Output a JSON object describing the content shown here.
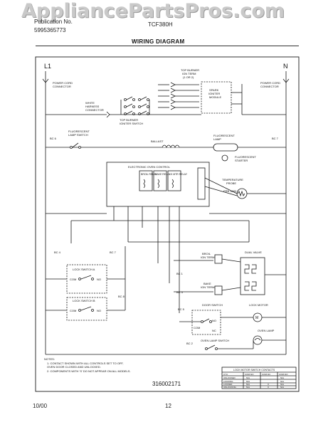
{
  "watermark": "AppliancePartsPros.com",
  "header": {
    "left_line1": "Publication No.",
    "left_line2": "5995365773",
    "model": "TCF380H",
    "title": "WIRING DIAGRAM"
  },
  "lines": {
    "l1": "L1",
    "n": "N"
  },
  "labels": {
    "power_cord_left": [
      "POWER CORD",
      "CONNECTOR"
    ],
    "power_cord_right": [
      "POWER CORD",
      "CONNECTOR"
    ],
    "harness": [
      "WHITE",
      "HARNESS",
      "CONNECTOR"
    ],
    "top_burner_switch": [
      "TOP BURNER",
      "IGNITER SWITCH"
    ],
    "top_burner_ign": [
      "TOP BURNER",
      "IGN TERM",
      "(1 OR 2)"
    ],
    "spark_module": [
      "SPARK",
      "IGNITER",
      "MODULE"
    ],
    "fluor_lamp_switch": [
      "FLUORESCENT",
      "LAMP SWITCH"
    ],
    "ballast": "BALLAST",
    "fluor_lamp": [
      "FLUORESCENT",
      "LAMP"
    ],
    "fluor_starter": [
      "FLUORESCENT",
      "STARTER"
    ],
    "eoc": "ELECTRONIC OVEN CONTROL",
    "relays": [
      "BROIL RELAY",
      "BAKE RELAY",
      "LK MTR RELAY"
    ],
    "temp_probe": [
      "TEMPERATURE",
      "PROBE"
    ],
    "probe_ohm": "PRB 1080",
    "broil_ign": [
      "BROIL",
      "IGN TERM"
    ],
    "bake_ign": [
      "BAKE",
      "IGN TERM"
    ],
    "dual_valve": "DUAL VALVE",
    "lock_switch_a": "LOCK SWITCH A",
    "lock_switch_b": "LOCK SWITCH B",
    "door_switch": "DOOR SWITCH",
    "lock_motor": "LOCK MOTOR",
    "oven_lamp_switch": "OVEN LAMP SWITCH",
    "oven_lamp": "OVEN LAMP",
    "com": "COM",
    "no": "NO",
    "nc": "NC",
    "bc": [
      "BC 6",
      "BC 7",
      "BC 4",
      "BC 7",
      "BC 1",
      "BC 8",
      "BC 3",
      "BC 5",
      "BC 2"
    ]
  },
  "notes": {
    "title": "NOTES:",
    "lines": [
      "1. CONTACT SHOWN WITH ALL CONTROLS SET TO OFF,",
      "   OVEN DOOR CLOSED AND UNLOCKED.",
      "2. COMPONENTS WITH 'S' DO NOT APPEAR ON ALL MODELS."
    ]
  },
  "switch_table": {
    "title": "LOCK MOTOR SWITCH CONTACTS",
    "headers": [
      "CYC",
      "COM-NO",
      "COM-NC",
      "COM-NO"
    ],
    "rows": [
      [
        "UNLOCKED",
        "N/A",
        "",
        "N/A"
      ],
      [
        "LOCKING",
        "N/A",
        "",
        "N/A"
      ],
      [
        "LOCKED",
        "N/A",
        "X",
        "N/A"
      ],
      [
        "UNLOCKING",
        "N/A",
        "X",
        "N/A"
      ]
    ]
  },
  "part_number": "316002171",
  "footer": {
    "date": "10/00",
    "page": "12"
  }
}
